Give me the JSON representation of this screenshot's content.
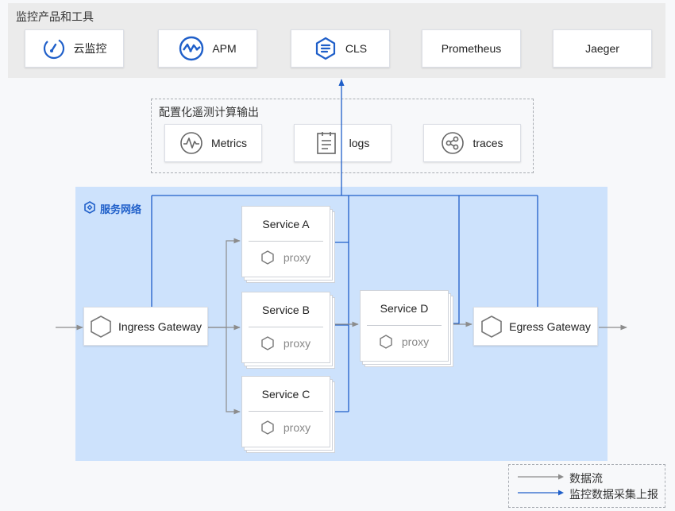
{
  "tools_section": {
    "title": "监控产品和工具",
    "items": [
      {
        "label": "云监控",
        "icon": "cloud-monitor-icon"
      },
      {
        "label": "APM",
        "icon": "apm-icon"
      },
      {
        "label": "CLS",
        "icon": "cls-icon"
      },
      {
        "label": "Prometheus"
      },
      {
        "label": "Jaeger"
      }
    ]
  },
  "output_section": {
    "title": "配置化遥测计算输出",
    "items": [
      {
        "label": "Metrics",
        "icon": "metrics-icon"
      },
      {
        "label": "logs",
        "icon": "logs-icon"
      },
      {
        "label": "traces",
        "icon": "traces-icon"
      }
    ]
  },
  "mesh": {
    "title": "服务网络",
    "ingress": "Ingress Gateway",
    "egress": "Egress Gateway",
    "services": [
      {
        "name": "Service A",
        "proxy": "proxy"
      },
      {
        "name": "Service B",
        "proxy": "proxy"
      },
      {
        "name": "Service C",
        "proxy": "proxy"
      },
      {
        "name": "Service D",
        "proxy": "proxy"
      }
    ]
  },
  "legend": {
    "data_flow": "数据流",
    "report": "监控数据采集上报"
  },
  "colors": {
    "accent": "#1f5fc9",
    "mesh_bg": "#cde2fc",
    "gray_arrow": "#8c8c8c"
  }
}
